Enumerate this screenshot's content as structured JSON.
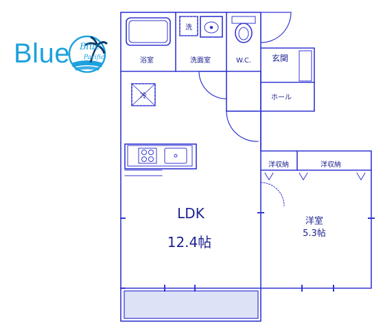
{
  "brand": {
    "name": "Blue",
    "badge_text": "Blue Pacific",
    "color": "#1da1de",
    "palm_color": "#0b3c6d"
  },
  "floorplan": {
    "line_color": "#3035d2",
    "fill_color": "#eef0ff",
    "balcony_fill": "#dee2f7",
    "rooms": {
      "bath": "浴室",
      "washroom": "洗面室",
      "washer": "洗",
      "toilet": "W.C.",
      "entrance": "玄関",
      "hall": "ホール",
      "fridge": "冷",
      "ldk_name": "LDK",
      "ldk_size": "12.4帖",
      "closet1": "洋収納",
      "closet2": "洋収納",
      "western_name": "洋室",
      "western_size": "5.3帖"
    }
  }
}
